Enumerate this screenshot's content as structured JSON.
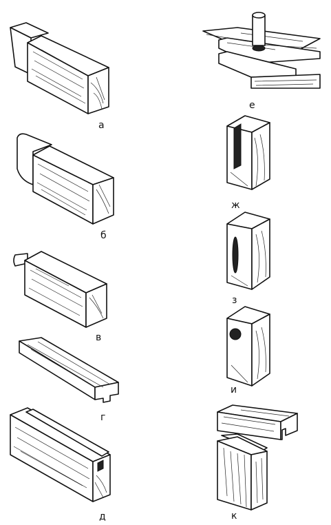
{
  "labels": {
    "a": "а",
    "b": "б",
    "v": "в",
    "g": "г",
    "d": "д",
    "e": "е",
    "zh": "ж",
    "z": "з",
    "i": "и",
    "k": "к"
  }
}
